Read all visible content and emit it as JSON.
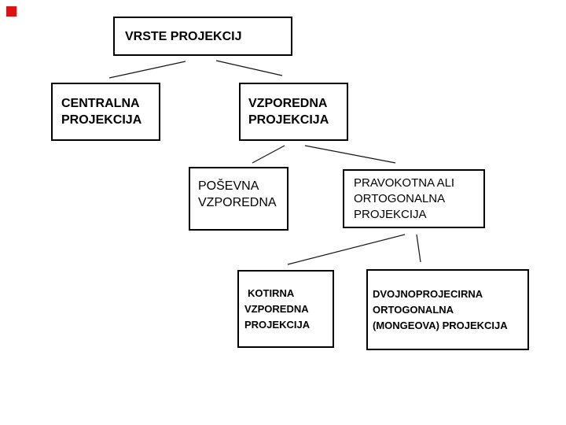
{
  "diagram_title": "VRSTE PROJEKCIJ",
  "colors": {
    "background": "#ffffff",
    "box_border": "#000000",
    "text": "#000000",
    "connector": "#161616",
    "marker_red": "#dd1111"
  },
  "nodes": {
    "root": {
      "lines": [
        "VRSTE PROJEKCIJ"
      ]
    },
    "centralna": {
      "lines": [
        "CENTRALNA",
        "PROJEKCIJA"
      ]
    },
    "vzporedna": {
      "lines": [
        "VZPOREDNA",
        "PROJEKCIJA"
      ]
    },
    "posevna": {
      "lines": [
        "POŠEVNA",
        "VZPOREDNA"
      ]
    },
    "pravokotna": {
      "lines": [
        "PRAVOKOTNA ALI",
        "ORTOGONALNA",
        "PROJEKCIJA"
      ]
    },
    "kotirna": {
      "lines": [
        "KOTIRNA",
        "VZPOREDNA",
        "PROJEKCIJA"
      ]
    },
    "dvojno": {
      "lines": [
        "DVOJNOPROJECIRNA",
        "ORTOGONALNA",
        "(MONGEOVA) PROJEKCIJA"
      ]
    }
  },
  "connections": [
    {
      "from": "VRSTE PROJEKCIJ",
      "to": "CENTRALNA PROJEKCIJA"
    },
    {
      "from": "VRSTE PROJEKCIJ",
      "to": "VZPOREDNA PROJEKCIJA"
    },
    {
      "from": "VZPOREDNA PROJEKCIJA",
      "to": "POŠEVNA VZPOREDNA"
    },
    {
      "from": "VZPOREDNA PROJEKCIJA",
      "to": "PRAVOKOTNA ALI ORTOGONALNA PROJEKCIJA"
    },
    {
      "from": "PRAVOKOTNA ALI ORTOGONALNA PROJEKCIJA",
      "to": "KOTIRNA VZPOREDNA PROJEKCIJA"
    },
    {
      "from": "PRAVOKOTNA ALI ORTOGONALNA PROJEKCIJA",
      "to": "DVOJNOPROJECIRNA ORTOGONALNA (MONGEOVA) PROJEKCIJA"
    }
  ]
}
